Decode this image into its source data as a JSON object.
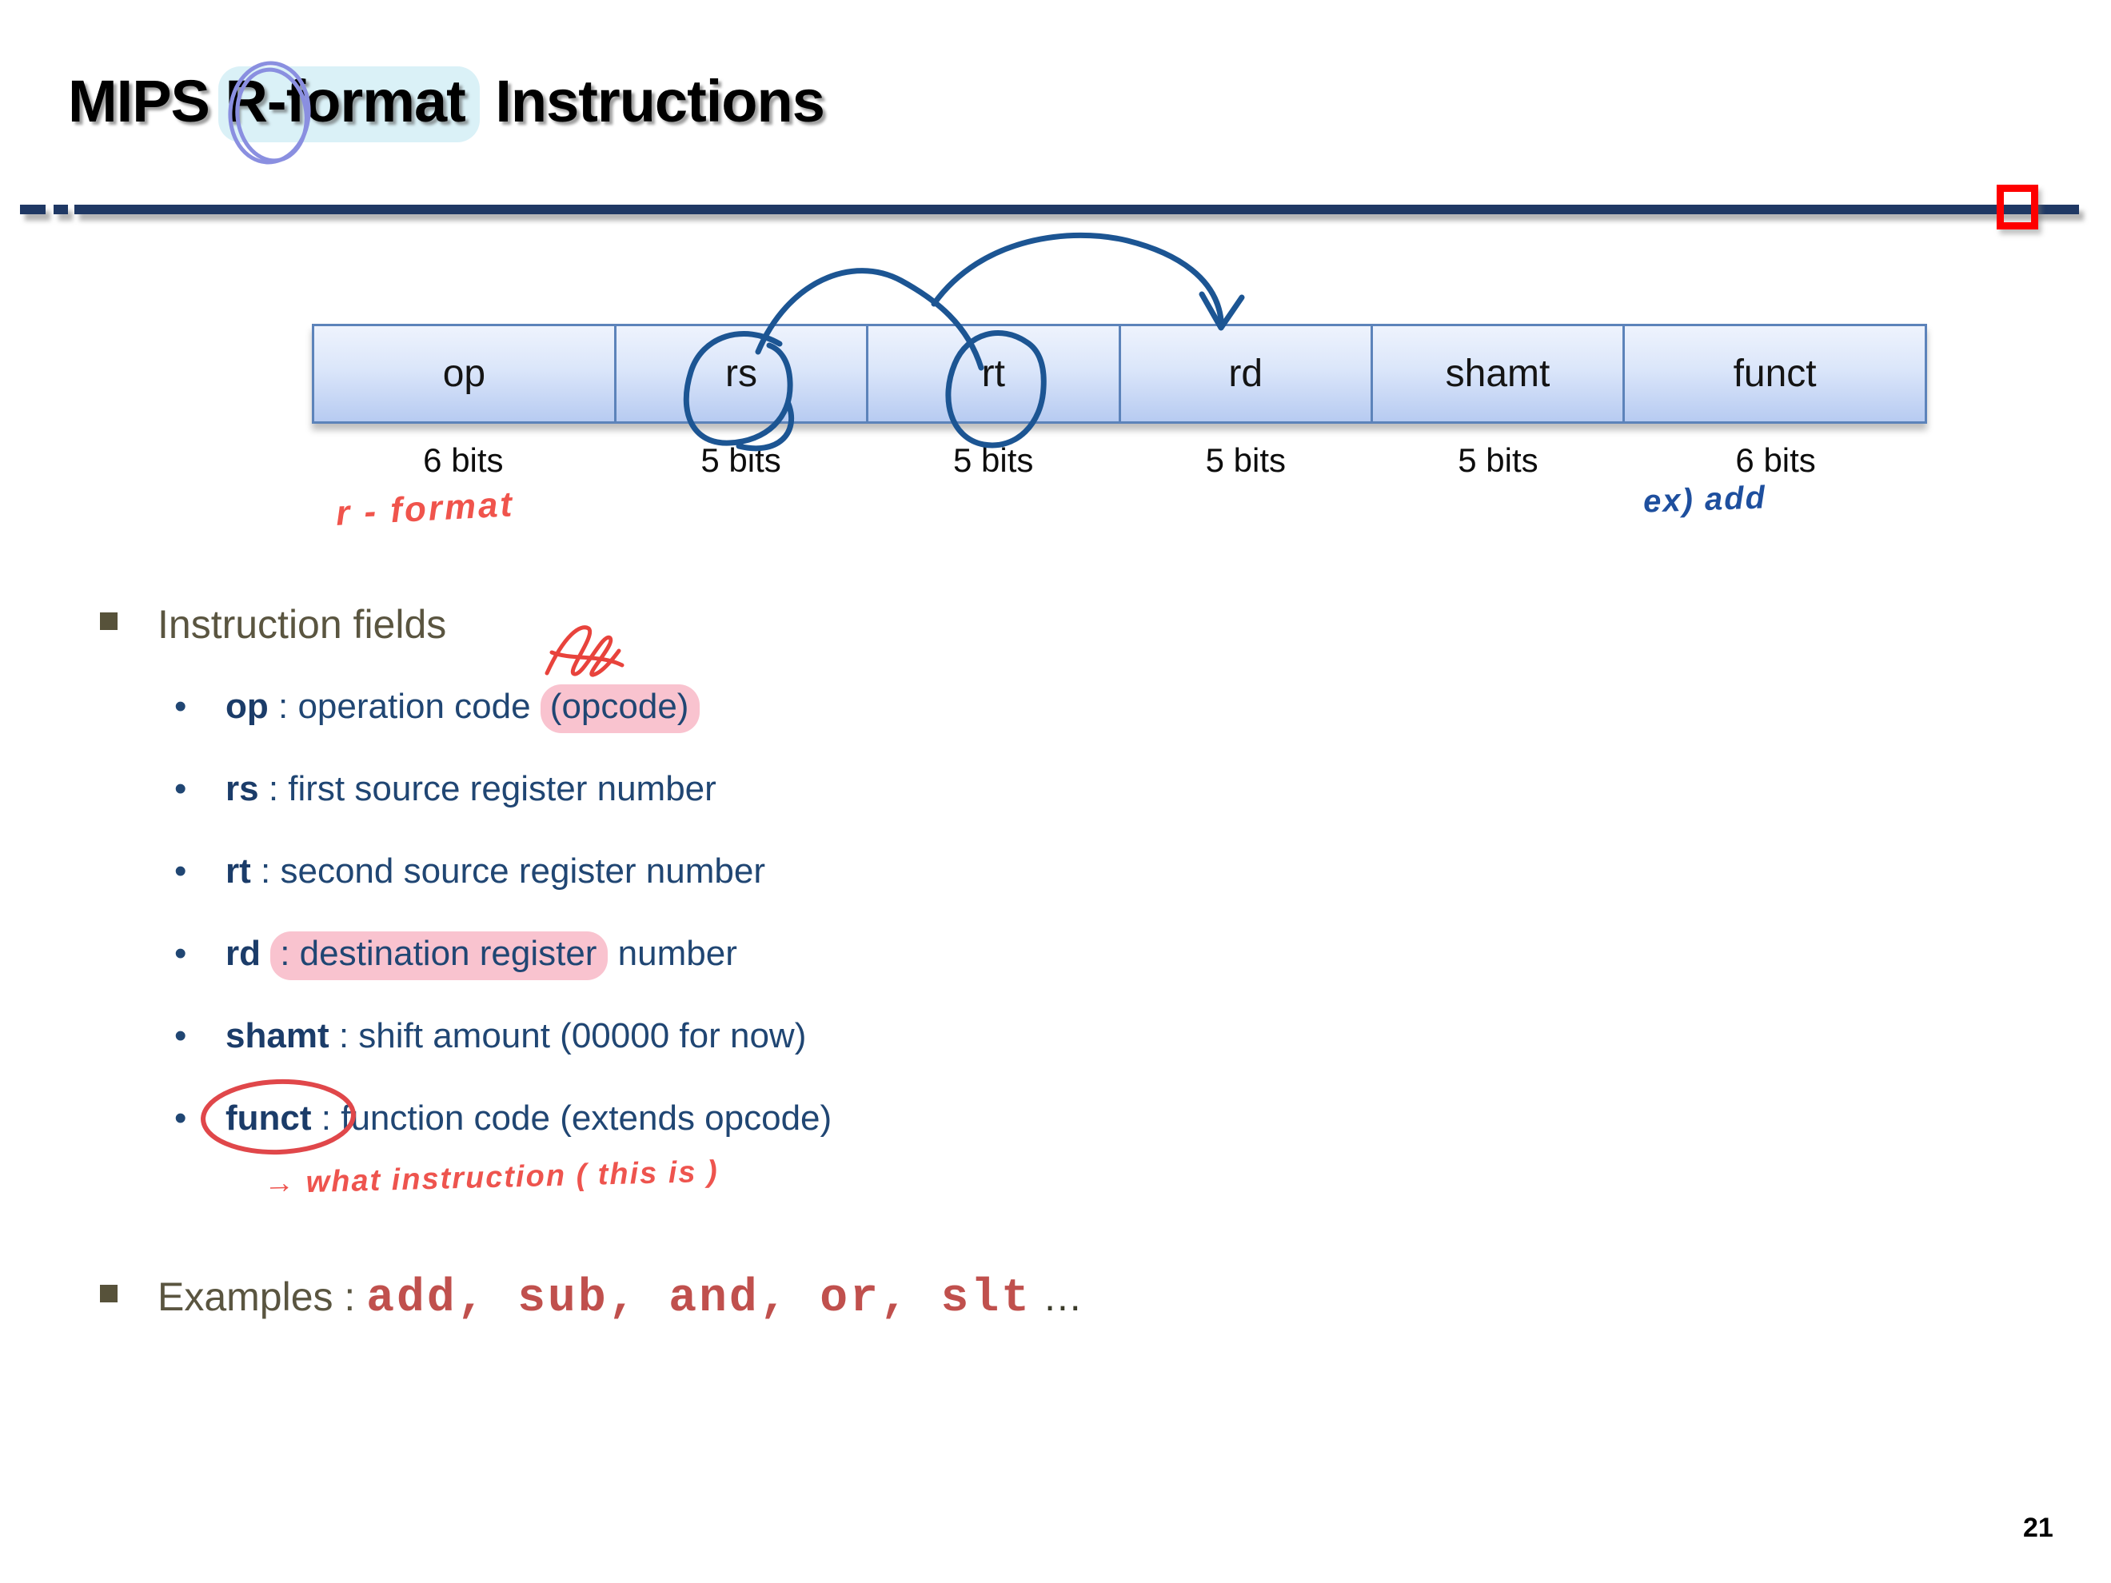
{
  "page": {
    "number": "21"
  },
  "title": {
    "pre": "MIPS ",
    "highlighted": "R-format",
    "post": " Instructions"
  },
  "diagram": {
    "fields": [
      {
        "name": "op",
        "bits": "6 bits"
      },
      {
        "name": "rs",
        "bits": "5 bits"
      },
      {
        "name": "rt",
        "bits": "5 bits"
      },
      {
        "name": "rd",
        "bits": "5 bits"
      },
      {
        "name": "shamt",
        "bits": "5 bits"
      },
      {
        "name": "funct",
        "bits": "6 bits"
      }
    ],
    "handwritten_notes": {
      "r_format": "r - format",
      "ex_add": "ex) add"
    }
  },
  "sections": {
    "instruction_fields": {
      "heading": "Instruction fields",
      "items": [
        {
          "term": "op",
          "sep": " : ",
          "pre": "operation code ",
          "highlight": "(opcode)",
          "post": ""
        },
        {
          "term": "rs",
          "sep": " : ",
          "pre": "first source register number"
        },
        {
          "term": "rt",
          "sep": " : ",
          "pre": "second source register number"
        },
        {
          "term": "rd",
          "sep": " ",
          "highlight": ": destination register",
          "post": " number"
        },
        {
          "term": "shamt",
          "sep": " : ",
          "pre": "shift amount (00000 for now)"
        },
        {
          "term": "funct",
          "sep": " : ",
          "pre": "function code (extends opcode)"
        }
      ],
      "funct_note": "→ what  instruction ( this is )"
    },
    "examples": {
      "label": "Examples : ",
      "code": "add, sub, and, or, slt",
      "ellipsis": " …"
    }
  },
  "colors": {
    "accent_navy": "#1f3864",
    "body_blue": "#204673",
    "term_blue": "#1b3c69",
    "olive_heading": "#5a5540",
    "pink_highlight": "#f9c3cf",
    "cyan_highlight": "#daf1f7",
    "hand_red": "#ee544e",
    "hand_blue": "#1e4f9e",
    "arrow_blue": "#1c5593",
    "periwinkle_circle": "#8a8fe0",
    "example_red": "#c0504d",
    "red_square": "#fe0000",
    "cell_border": "#5c83ba",
    "cell_fill_top": "#eef3fd",
    "cell_fill_bottom": "#b7cbf1"
  }
}
